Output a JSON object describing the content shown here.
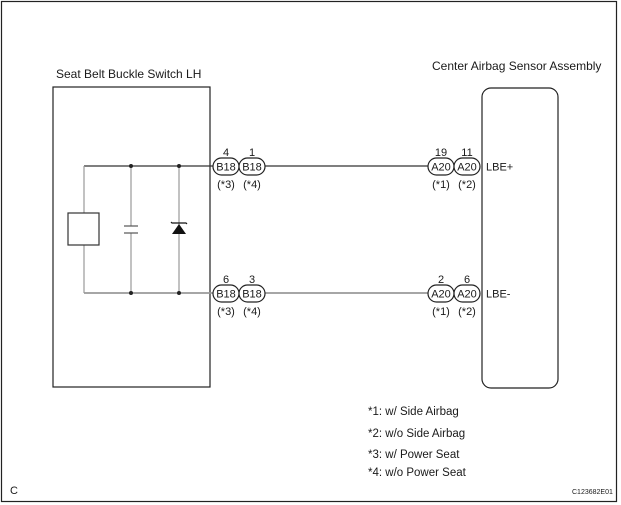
{
  "diagram": {
    "corner_label": "C",
    "figure_code": "C123682E01",
    "left_component": {
      "title": "Seat Belt Buckle Switch LH"
    },
    "right_component": {
      "title": "Center Airbag Sensor Assembly"
    },
    "circuits": [
      {
        "left_connectors": [
          {
            "pin": "4",
            "name": "B18",
            "variant": "(*3)"
          },
          {
            "pin": "1",
            "name": "B18",
            "variant": "(*4)"
          }
        ],
        "right_connectors": [
          {
            "pin": "19",
            "name": "A20",
            "variant": "(*1)"
          },
          {
            "pin": "11",
            "name": "A20",
            "variant": "(*2)"
          }
        ],
        "signal": "LBE+"
      },
      {
        "left_connectors": [
          {
            "pin": "6",
            "name": "B18",
            "variant": "(*3)"
          },
          {
            "pin": "3",
            "name": "B18",
            "variant": "(*4)"
          }
        ],
        "right_connectors": [
          {
            "pin": "2",
            "name": "A20",
            "variant": "(*1)"
          },
          {
            "pin": "6",
            "name": "A20",
            "variant": "(*2)"
          }
        ],
        "signal": "LBE-"
      }
    ],
    "notes": [
      "*1: w/ Side Airbag",
      "*2: w/o Side Airbag",
      "*3: w/ Power Seat",
      "*4: w/o Power Seat"
    ]
  }
}
